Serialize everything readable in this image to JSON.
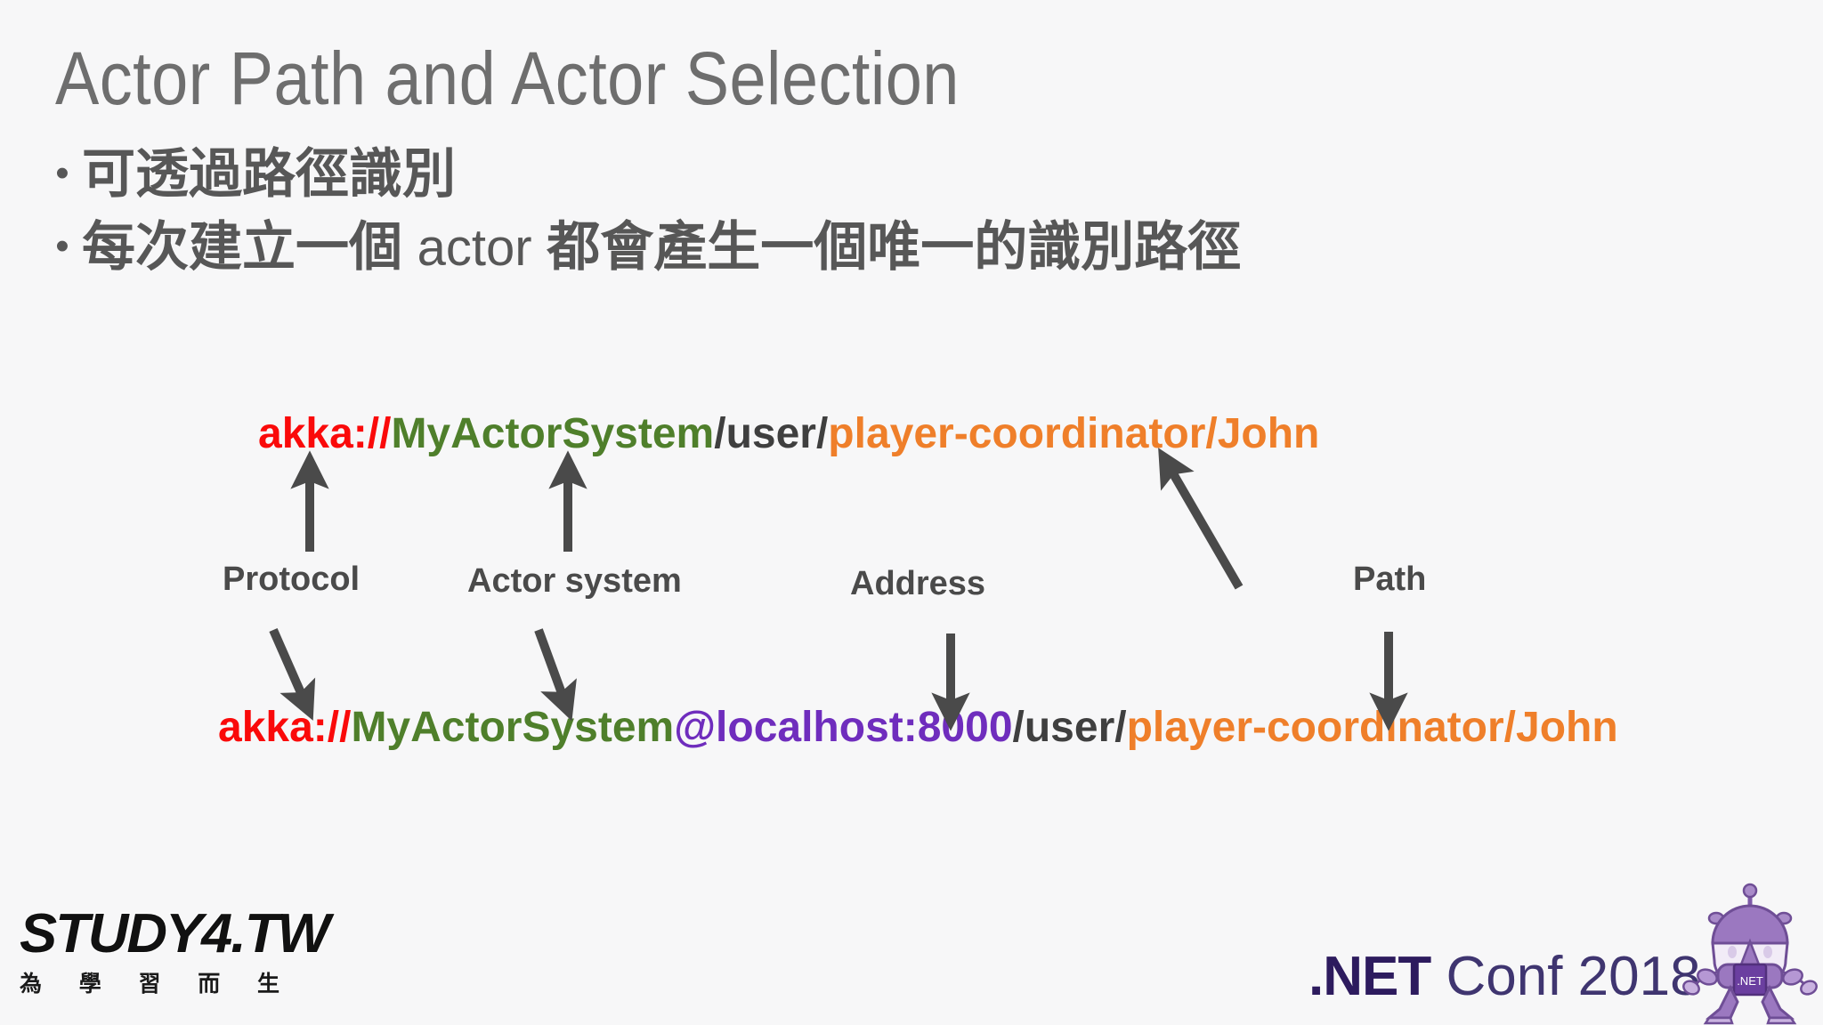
{
  "slide": {
    "title": "Actor Path and Actor Selection",
    "background_color": "#f7f7f8"
  },
  "bullets": [
    {
      "marker": "•",
      "text": "可透過路徑識別",
      "latin": ""
    },
    {
      "marker": "•",
      "text_before": "每次建立一個",
      "latin": "actor",
      "text_after": "都會產生一個唯一的識別路徑"
    }
  ],
  "diagram": {
    "path_line_top": {
      "segments": [
        {
          "text": "akka://",
          "role": "protocol",
          "color": "#fa0a0a"
        },
        {
          "text": "MyActorSystem",
          "role": "actor-system",
          "color": "#4f7f2b"
        },
        {
          "text": "/user/",
          "role": "user",
          "color": "#3f3f3f"
        },
        {
          "text": "player-coordinator/John",
          "role": "path",
          "color": "#ef7f2a"
        }
      ],
      "full_text": "akka://MyActorSystem/user/player-coordinator/John"
    },
    "path_line_bottom": {
      "segments": [
        {
          "text": "akka://",
          "role": "protocol",
          "color": "#fa0a0a"
        },
        {
          "text": "MyActorSystem",
          "role": "actor-system",
          "color": "#4f7f2b"
        },
        {
          "text": "@localhost:8000",
          "role": "address",
          "color": "#6f2dbd"
        },
        {
          "text": "/user/",
          "role": "user",
          "color": "#3f3f3f"
        },
        {
          "text": "player-coordinator/John",
          "role": "path",
          "color": "#ef7f2a"
        }
      ],
      "full_text": "akka://MyActorSystem@localhost:8000/user/player-coordinator/John"
    },
    "labels": [
      {
        "id": "protocol",
        "text": "Protocol"
      },
      {
        "id": "actor-system",
        "text": "Actor system"
      },
      {
        "id": "address",
        "text": "Address"
      },
      {
        "id": "path",
        "text": "Path"
      }
    ],
    "arrow_color": "#4a4a4a"
  },
  "footer": {
    "study4": {
      "wordmark": "STUDY4.TW",
      "tagline_chars": [
        "為",
        "學",
        "習",
        "而",
        "生"
      ]
    },
    "netconf": {
      "brand": ".NET",
      "event": "Conf 2018",
      "brand_color": "#2d1b5e"
    },
    "mascot": {
      "name": "dotnet-bot",
      "badge_text": ".NET",
      "body_color": "#8e6cb5",
      "badge_color": "#6b3fa0"
    }
  }
}
